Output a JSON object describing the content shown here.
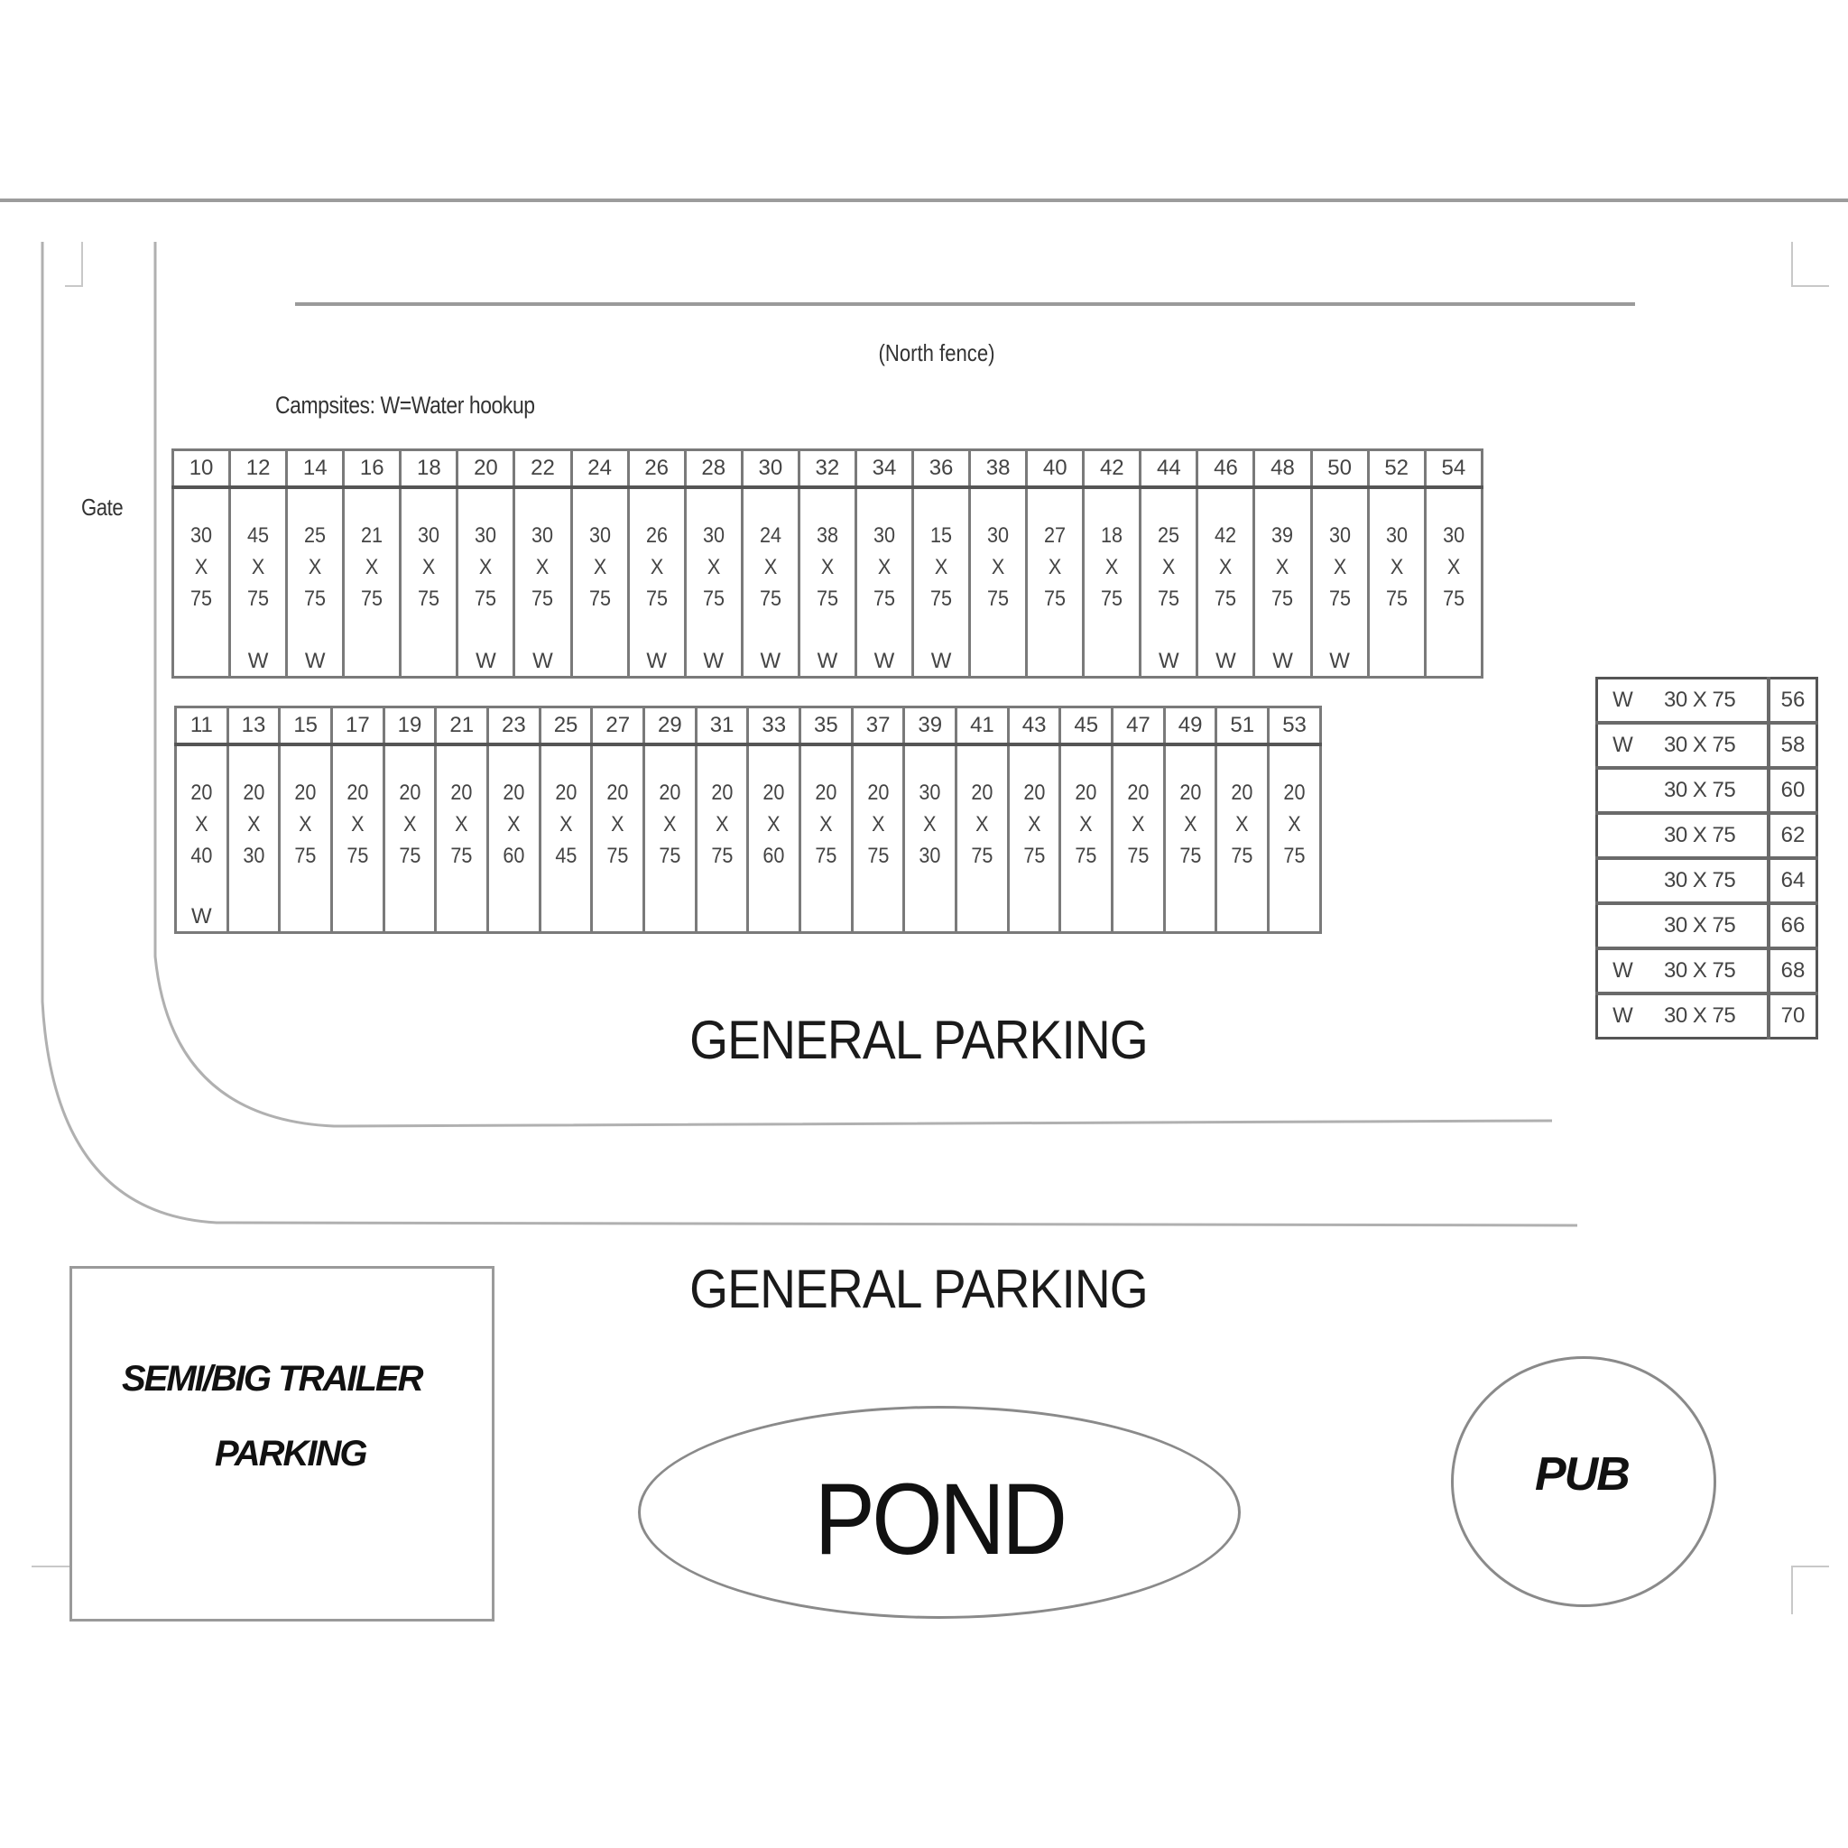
{
  "map": {
    "north_fence_label": "(North fence)",
    "legend": "Campsites: W=Water hookup",
    "gate_label": "Gate",
    "general_parking_1": "GENERAL PARKING",
    "general_parking_2": "GENERAL PARKING",
    "semi_parking": {
      "line1": "SEMI/BIG TRAILER",
      "line2": "PARKING"
    },
    "pond_label": "POND",
    "pub_label": "PUB",
    "x_symbol": "X"
  },
  "row1": [
    {
      "site": "10",
      "w": "30",
      "l": "75",
      "water": ""
    },
    {
      "site": "12",
      "w": "45",
      "l": "75",
      "water": "W"
    },
    {
      "site": "14",
      "w": "25",
      "l": "75",
      "water": "W"
    },
    {
      "site": "16",
      "w": "21",
      "l": "75",
      "water": ""
    },
    {
      "site": "18",
      "w": "30",
      "l": "75",
      "water": ""
    },
    {
      "site": "20",
      "w": "30",
      "l": "75",
      "water": "W"
    },
    {
      "site": "22",
      "w": "30",
      "l": "75",
      "water": "W"
    },
    {
      "site": "24",
      "w": "30",
      "l": "75",
      "water": ""
    },
    {
      "site": "26",
      "w": "26",
      "l": "75",
      "water": "W"
    },
    {
      "site": "28",
      "w": "30",
      "l": "75",
      "water": "W"
    },
    {
      "site": "30",
      "w": "24",
      "l": "75",
      "water": "W"
    },
    {
      "site": "32",
      "w": "38",
      "l": "75",
      "water": "W"
    },
    {
      "site": "34",
      "w": "30",
      "l": "75",
      "water": "W"
    },
    {
      "site": "36",
      "w": "15",
      "l": "75",
      "water": "W"
    },
    {
      "site": "38",
      "w": "30",
      "l": "75",
      "water": ""
    },
    {
      "site": "40",
      "w": "27",
      "l": "75",
      "water": ""
    },
    {
      "site": "42",
      "w": "18",
      "l": "75",
      "water": ""
    },
    {
      "site": "44",
      "w": "25",
      "l": "75",
      "water": "W"
    },
    {
      "site": "46",
      "w": "42",
      "l": "75",
      "water": "W"
    },
    {
      "site": "48",
      "w": "39",
      "l": "75",
      "water": "W"
    },
    {
      "site": "50",
      "w": "30",
      "l": "75",
      "water": "W"
    },
    {
      "site": "52",
      "w": "30",
      "l": "75",
      "water": ""
    },
    {
      "site": "54",
      "w": "30",
      "l": "75",
      "water": ""
    }
  ],
  "row2": [
    {
      "site": "11",
      "w": "20",
      "l": "40",
      "water": "W"
    },
    {
      "site": "13",
      "w": "20",
      "l": "30",
      "water": ""
    },
    {
      "site": "15",
      "w": "20",
      "l": "75",
      "water": ""
    },
    {
      "site": "17",
      "w": "20",
      "l": "75",
      "water": ""
    },
    {
      "site": "19",
      "w": "20",
      "l": "75",
      "water": ""
    },
    {
      "site": "21",
      "w": "20",
      "l": "75",
      "water": ""
    },
    {
      "site": "23",
      "w": "20",
      "l": "60",
      "water": ""
    },
    {
      "site": "25",
      "w": "20",
      "l": "45",
      "water": ""
    },
    {
      "site": "27",
      "w": "20",
      "l": "75",
      "water": ""
    },
    {
      "site": "29",
      "w": "20",
      "l": "75",
      "water": ""
    },
    {
      "site": "31",
      "w": "20",
      "l": "75",
      "water": ""
    },
    {
      "site": "33",
      "w": "20",
      "l": "60",
      "water": ""
    },
    {
      "site": "35",
      "w": "20",
      "l": "75",
      "water": ""
    },
    {
      "site": "37",
      "w": "20",
      "l": "75",
      "water": ""
    },
    {
      "site": "39",
      "w": "30",
      "l": "30",
      "water": ""
    },
    {
      "site": "41",
      "w": "20",
      "l": "75",
      "water": ""
    },
    {
      "site": "43",
      "w": "20",
      "l": "75",
      "water": ""
    },
    {
      "site": "45",
      "w": "20",
      "l": "75",
      "water": ""
    },
    {
      "site": "47",
      "w": "20",
      "l": "75",
      "water": ""
    },
    {
      "site": "49",
      "w": "20",
      "l": "75",
      "water": ""
    },
    {
      "site": "51",
      "w": "20",
      "l": "75",
      "water": ""
    },
    {
      "site": "53",
      "w": "20",
      "l": "75",
      "water": ""
    }
  ],
  "side_sites": [
    {
      "site": "56",
      "dims": "30 X 75",
      "water": "W"
    },
    {
      "site": "58",
      "dims": "30 X 75",
      "water": "W"
    },
    {
      "site": "60",
      "dims": "30 X 75",
      "water": ""
    },
    {
      "site": "62",
      "dims": "30 X 75",
      "water": ""
    },
    {
      "site": "64",
      "dims": "30 X 75",
      "water": ""
    },
    {
      "site": "66",
      "dims": "30 X 75",
      "water": ""
    },
    {
      "site": "68",
      "dims": "30 X 75",
      "water": "W"
    },
    {
      "site": "70",
      "dims": "30 X 75",
      "water": "W"
    }
  ]
}
